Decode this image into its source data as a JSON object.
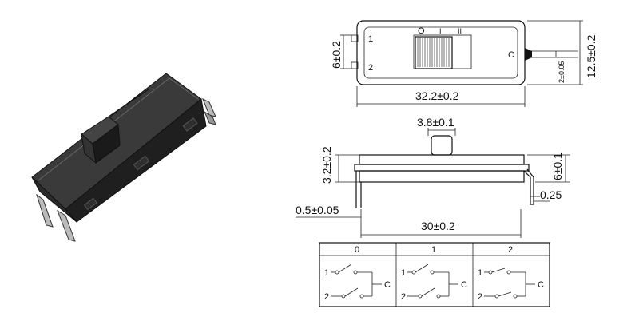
{
  "top_view": {
    "label_1": "1",
    "label_2": "2",
    "label_c": "C",
    "pos_0": "O",
    "pos_1": "I",
    "pos_2": "II",
    "dim_width": "32.2±0.2",
    "dim_height": "12.5±0.2",
    "dim_pin_spacing": "6±0.2",
    "dim_pin_width": "2±0.05"
  },
  "side_view": {
    "dim_knob": "3.8±0.1",
    "dim_left_height": "3.2±0.2",
    "dim_right_height": "6±0.1",
    "dim_pin_thickness": "0.25",
    "dim_offset": "0.5±0.05",
    "dim_pitch": "30±0.2"
  },
  "circuit_table": {
    "headers": [
      "0",
      "1",
      "2"
    ],
    "row_labels": {
      "one": "1",
      "two": "2",
      "common": "C"
    }
  }
}
